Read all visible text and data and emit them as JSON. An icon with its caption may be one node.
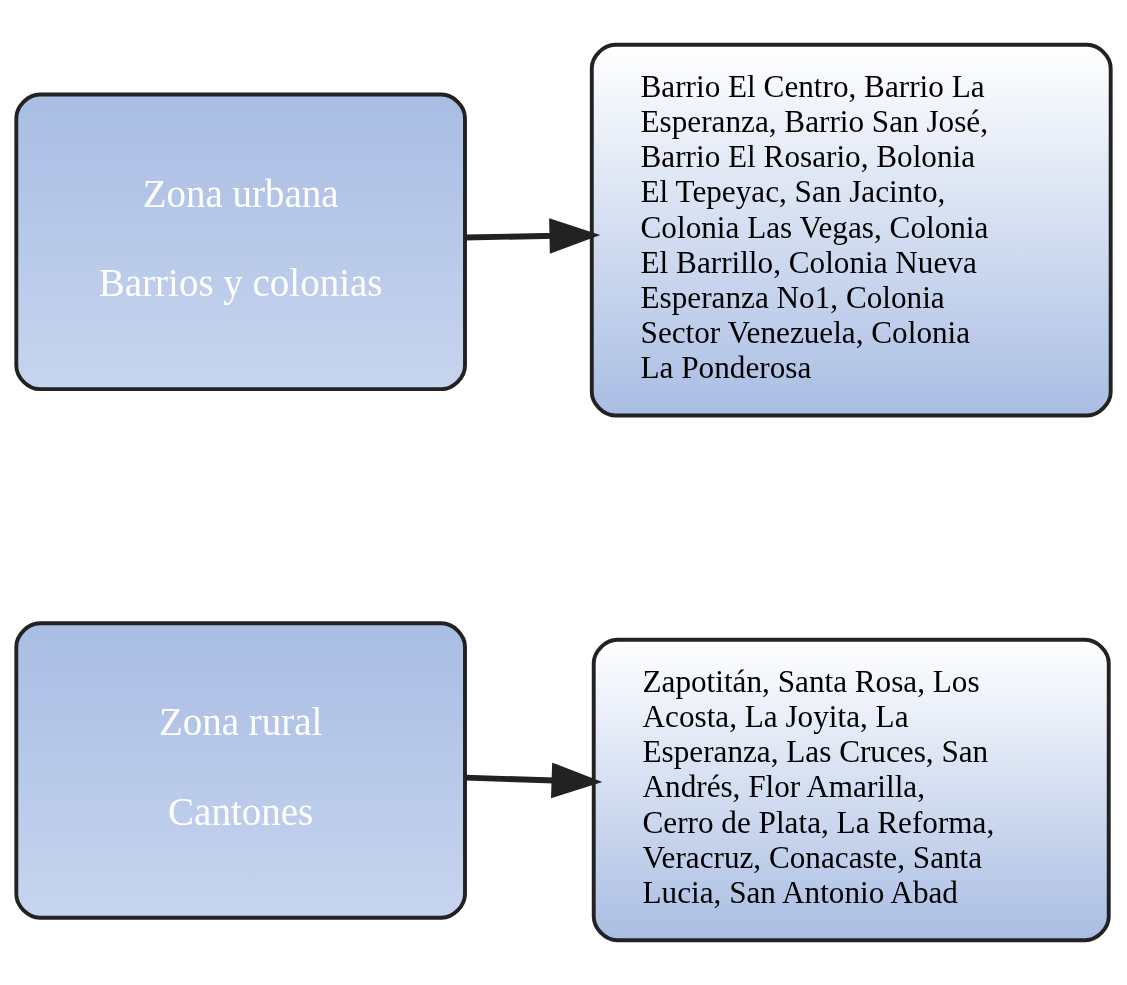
{
  "diagram": {
    "nodes": [
      {
        "text": [
          "Zona urbana",
          "Barrios y colonias"
        ]
      },
      {
        "text": [
          "Barrio El Centro, Barrio La Esperanza, Barrio San José, Barrio El Rosario, Bolonia El Tepeyac, San Jacinto, Colonia Las Vegas, Colonia El Barrillo, Colonia Nueva Esperanza No1, Colonia Sector Venezuela, Colonia La Ponderosa"
        ]
      },
      {
        "text": [
          "Zona rural",
          "Cantones"
        ]
      },
      {
        "text": [
          "Zapotitán, Santa Rosa, Los Acosta, La Joyita, La Esperanza, Las Cruces, San Andrés, Flor Amarilla, Cerro de Plata, La Reforma, Veracruz, Conacaste, Santa Lucia, San Antonio Abad"
        ]
      }
    ],
    "edges": [
      {
        "from": 0,
        "to": 1,
        "arrow": "to"
      },
      {
        "from": 2,
        "to": 3,
        "arrow": "to"
      }
    ]
  }
}
